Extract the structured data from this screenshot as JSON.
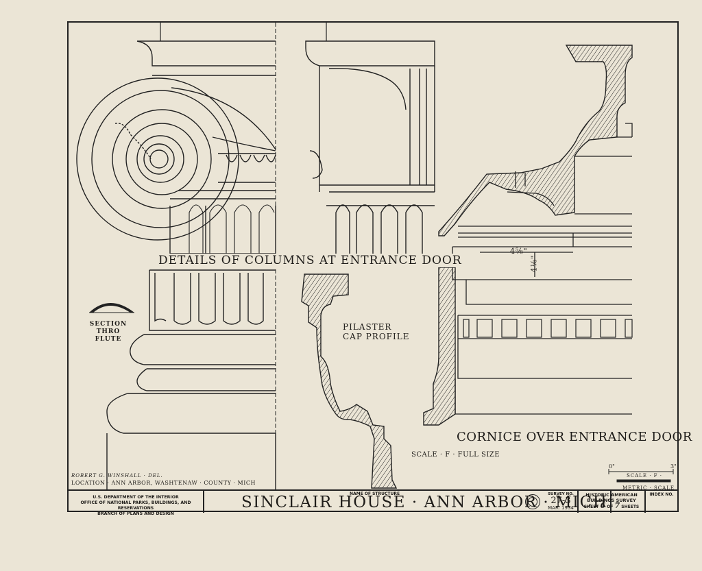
{
  "drawing": {
    "main_title": "DETAILS OF COLUMNS AT ENTRANCE DOOR",
    "cornice_title": "CORNICE OVER ENTRANCE DOOR",
    "pilaster_label": "PILASTER CAP PROFILE",
    "section_label": "SECTION THRO FLUTE",
    "scale_full": "SCALE · F · FULL SIZE",
    "dim_horizontal": "4⅝\"",
    "dim_vertical": "4⅛\"",
    "delineator": "ROBERT G. WINSHALL · DEL.",
    "location": "LOCATION · ANN ARBOR, WASHTENAW · COUNTY · MICH"
  },
  "scale_bar": {
    "start": "0\"",
    "end": "3\"",
    "scale_label": "SCALE · F ·",
    "metric_label": "METRIC · SCALE"
  },
  "title_block": {
    "agency_line1": "U.S. DEPARTMENT OF THE INTERIOR",
    "agency_line2": "OFFICE OF NATIONAL PARKS, BUILDINGS, AND RESERVATIONS",
    "agency_line3": "BRANCH OF PLANS AND DESIGN",
    "name_caption": "NAME OF STRUCTURE",
    "structure_name": "SINCLAIR HOUSE · ANN ARBOR · MICH",
    "survey_caption": "SURVEY NO.",
    "survey_number": "27-3",
    "survey_date": "MAR. 1934",
    "habs_line1": "HISTORIC AMERICAN",
    "habs_line2": "BUILDINGS SURVEY",
    "sheet_prefix": "SHEET",
    "sheet_number": "6",
    "sheet_of": "OF",
    "sheet_total": "7",
    "sheet_suffix": "SHEETS",
    "index_caption": "INDEX NO."
  }
}
